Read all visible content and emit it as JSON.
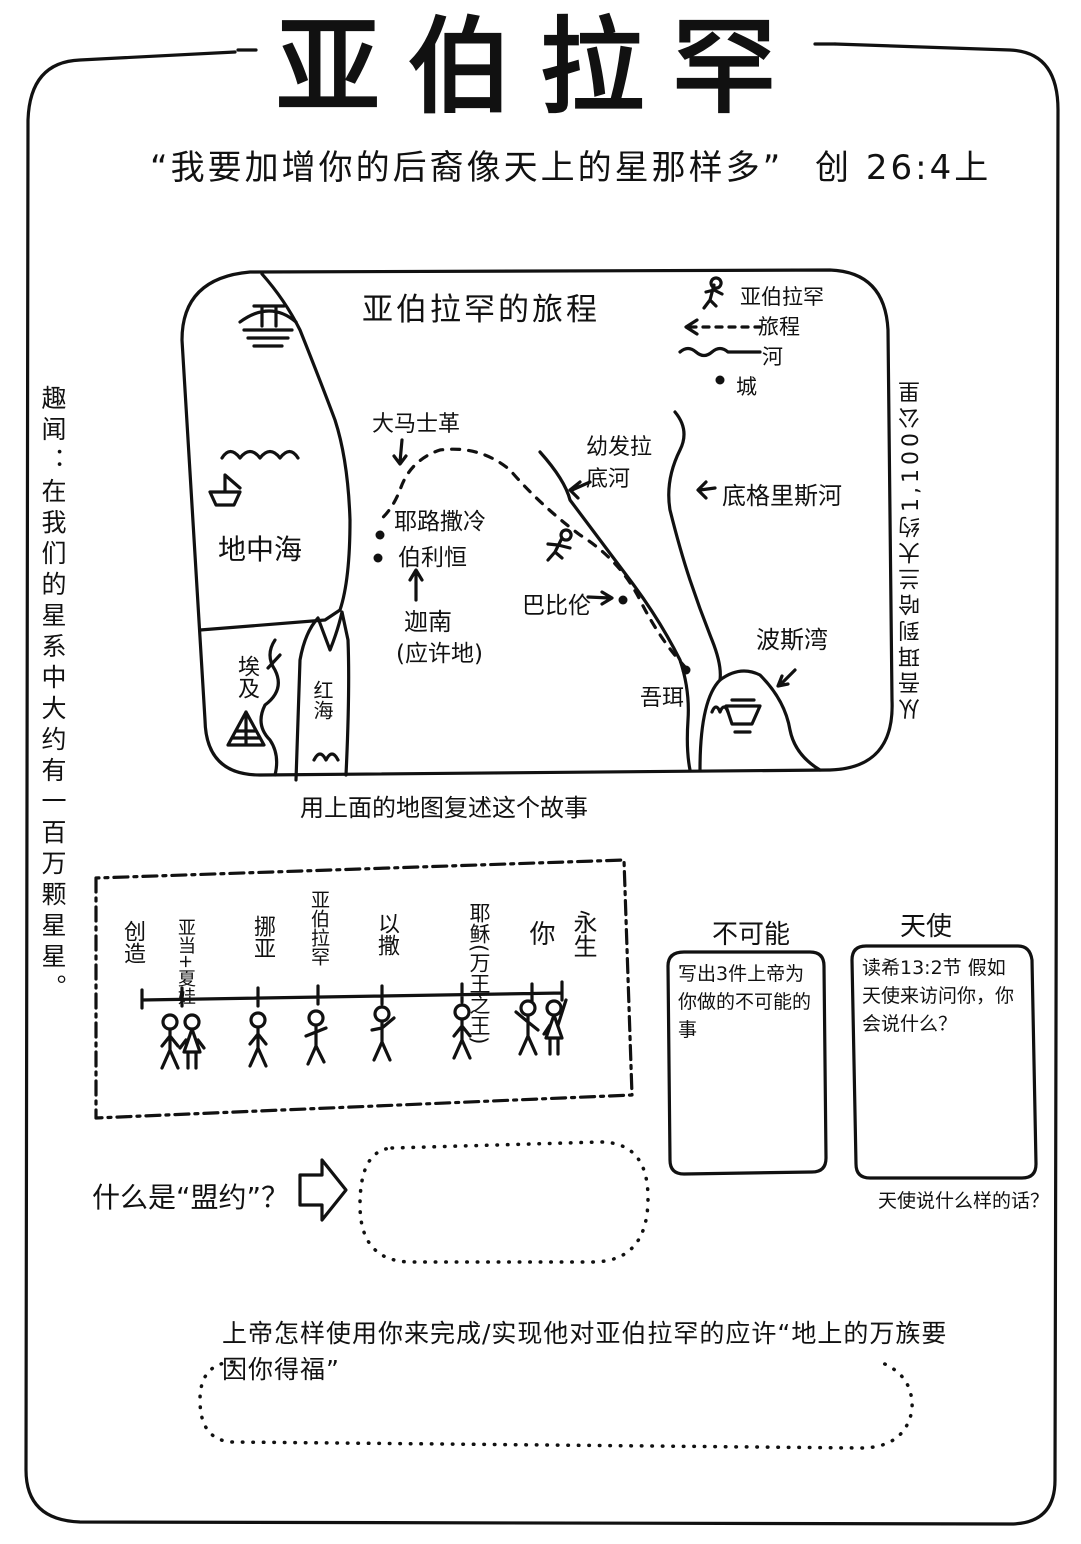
{
  "title": "亚伯拉罕",
  "verse": {
    "quote": "“我要加增你的后裔像天上的星那样多”",
    "reference": "创 26:4上"
  },
  "side_notes": {
    "left_fact": "趣闻：在我们的星系中大约有一百万颗星星。",
    "right_fact": "从吾珥到哈兰大约1,100公里"
  },
  "map": {
    "title": "亚伯拉罕的旅程",
    "legend": [
      {
        "icon": "person-icon",
        "label": "亚伯拉罕"
      },
      {
        "icon": "dashed-arrow-icon",
        "label": "旅程"
      },
      {
        "icon": "wave-icon",
        "label": "河"
      },
      {
        "icon": "dot-icon",
        "label": "城"
      }
    ],
    "labels": {
      "mediterranean": "地中海",
      "egypt": "埃及",
      "red_sea": "红海",
      "damascus": "大马士革",
      "jerusalem": "耶路撒冷",
      "bethel": "伯利恒",
      "canaan": "迦南",
      "canaan_note": "(应许地)",
      "euphrates": "幼发拉底河",
      "tigris": "底格里斯河",
      "babylon": "巴比伦",
      "persian_gulf": "波斯湾",
      "ur": "吾珥"
    },
    "caption": "用上面的地图复述这个故事"
  },
  "timeline": {
    "items": [
      "创造",
      "亚当+夏娃",
      "挪亚",
      "亚伯拉罕",
      "以撒",
      "耶稣(万王之王)",
      "你",
      "永生"
    ]
  },
  "impossible_box": {
    "heading": "不可能",
    "text": "写出3件上帝为你做的不可能的事"
  },
  "angel_box": {
    "heading": "天使",
    "text": "读希13:2节 假如天使来访问你，你会说什么？",
    "caption": "天使说什么样的话？"
  },
  "covenant": {
    "question": "什么是“盟约”？"
  },
  "bottom_prompt": {
    "text": "上帝怎样使用你来完成/实现他对亚伯拉罕的应许“地上的万族要因你得福”"
  }
}
